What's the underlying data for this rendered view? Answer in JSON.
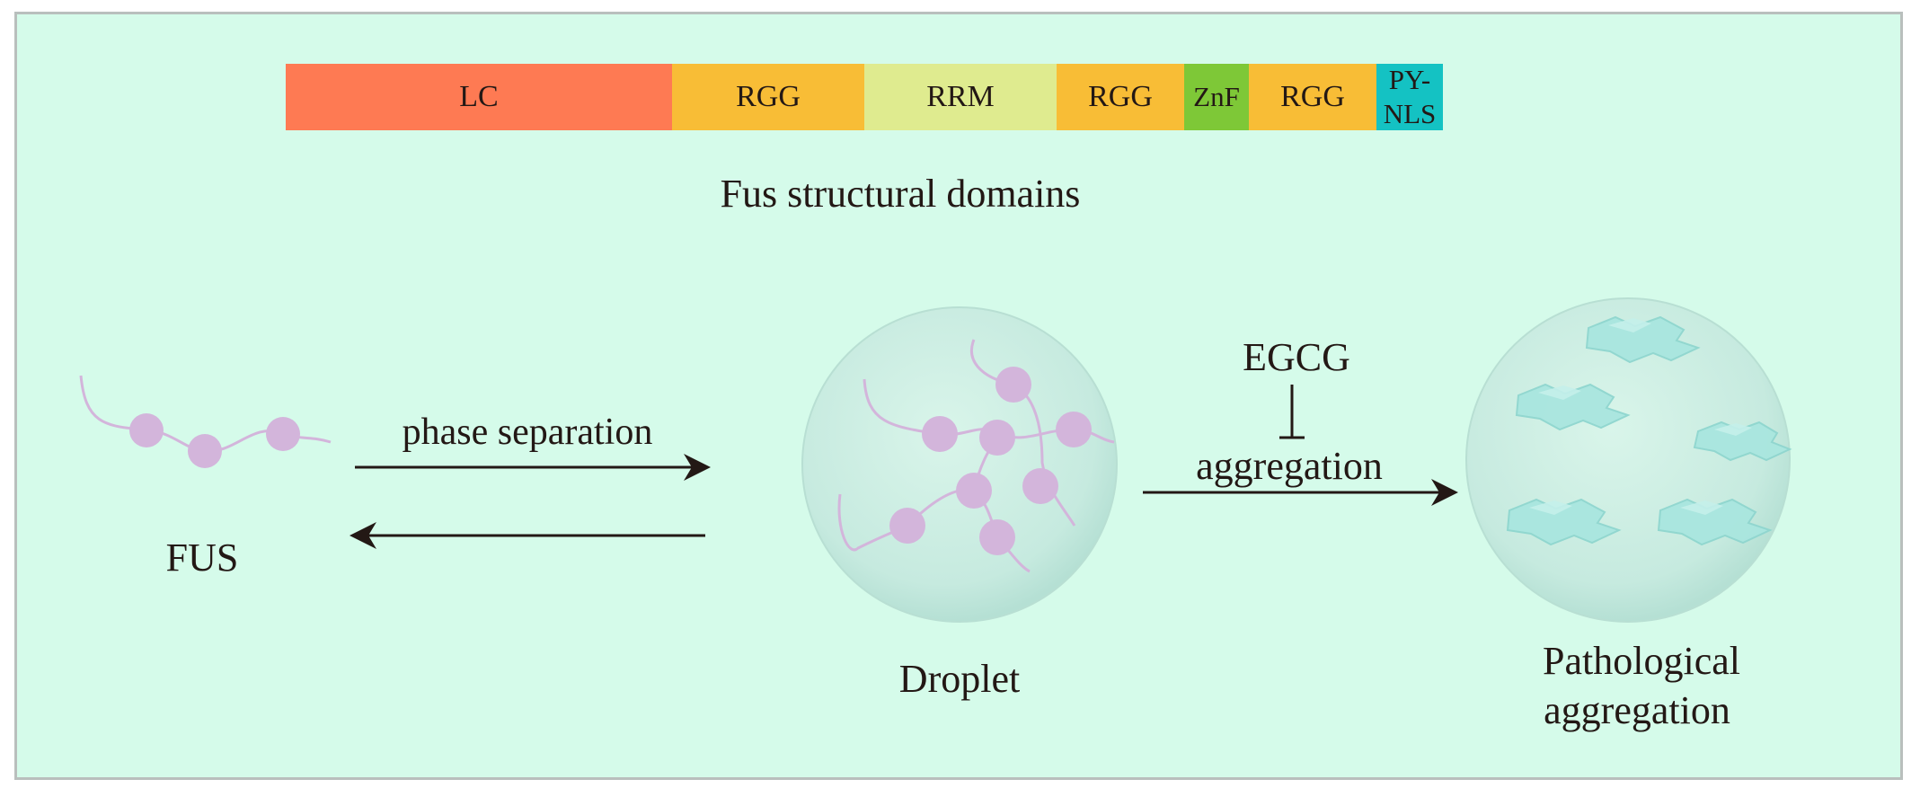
{
  "domains": [
    {
      "label": "LC",
      "color": "#fe7a53"
    },
    {
      "label": "RGG",
      "color": "#f8bd36"
    },
    {
      "label": "RRM",
      "color": "#dfeb8f"
    },
    {
      "label": "RGG",
      "color": "#f8bd36"
    },
    {
      "label": "ZnF",
      "color": "#7ec837"
    },
    {
      "label": "RGG",
      "color": "#f8bd36"
    },
    {
      "label": "PY-NLS",
      "line1": "PY-",
      "line2": "NLS",
      "color": "#14c2c3"
    }
  ],
  "caption": "Fus structural domains",
  "labels": {
    "phase_separation": "phase separation",
    "fus": "FUS",
    "droplet": "Droplet",
    "egcg": "EGCG",
    "aggregation": "aggregation",
    "pathological_line1": "Pathological",
    "pathological_line2": "aggregation"
  },
  "colors": {
    "background": "#d5fbea",
    "bead": "#d3b5db",
    "chain": "#d3b5db",
    "arrow": "#231815",
    "droplet": "#c8ece0",
    "fibril": "#a9e6df"
  }
}
